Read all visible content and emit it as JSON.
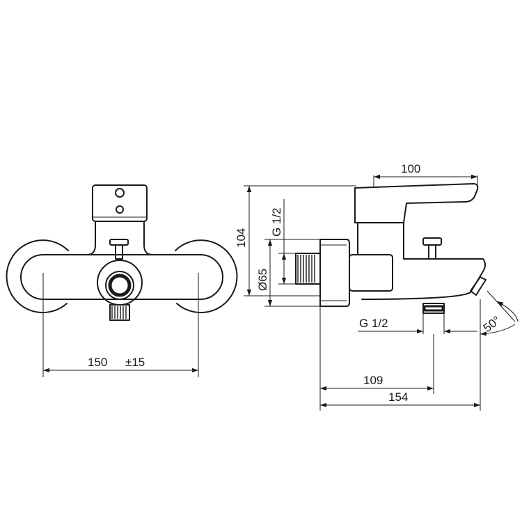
{
  "front_view": {
    "width_dimension": "150",
    "width_tolerance": "±15"
  },
  "side_view": {
    "lever_length": "100",
    "height": "104",
    "inlet_thread": "G 1/2",
    "escutcheon_diameter": "Ø65",
    "outlet_thread": "G 1/2",
    "outlet_offset": "109",
    "projection": "154",
    "spout_angle": "50°"
  }
}
